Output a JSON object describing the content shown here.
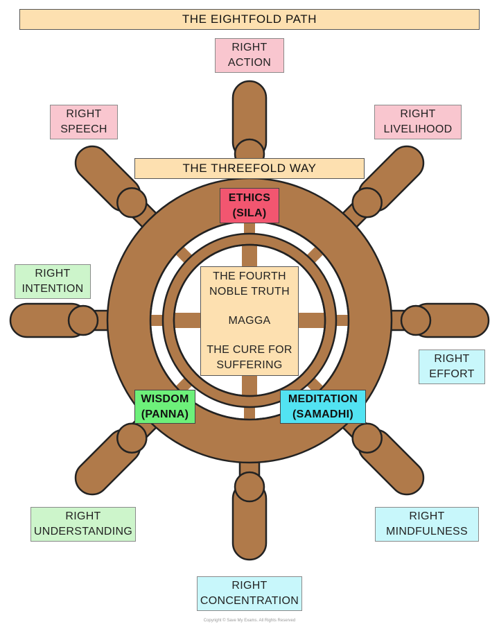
{
  "title": "THE EIGHTFOLD PATH",
  "subtitle": "THE THREEFOLD WAY",
  "center": {
    "line1": "THE FOURTH",
    "line2": "NOBLE TRUTH",
    "line3": "MAGGA",
    "line4": "THE CURE FOR",
    "line5": "SUFFERING"
  },
  "groups": {
    "ethics": {
      "name": "ETHICS",
      "pali": "(SILA)"
    },
    "wisdom": {
      "name": "WISDOM",
      "pali": "(PANNA)"
    },
    "meditation": {
      "name": "MEDITATION",
      "pali": "(SAMADHI)"
    }
  },
  "path": {
    "action": {
      "l1": "RIGHT",
      "l2": "ACTION"
    },
    "speech": {
      "l1": "RIGHT",
      "l2": "SPEECH"
    },
    "livelihood": {
      "l1": "RIGHT",
      "l2": "LIVELIHOOD"
    },
    "intention": {
      "l1": "RIGHT",
      "l2": "INTENTION"
    },
    "effort": {
      "l1": "RIGHT",
      "l2": "EFFORT"
    },
    "understanding": {
      "l1": "RIGHT",
      "l2": "UNDERSTANDING"
    },
    "mindfulness": {
      "l1": "RIGHT",
      "l2": "MINDFULNESS"
    },
    "concentration": {
      "l1": "RIGHT",
      "l2": "CONCENTRATION"
    }
  },
  "colors": {
    "wheel": "#b07a4a",
    "ethics_group": "#f9c6cf",
    "wisdom_group": "#cdf5cb",
    "meditation_group": "#c8f7fb",
    "banner": "#fde0b0"
  },
  "watermark": "Save My Exams",
  "footer": "Copyright © Save My Exams. All Rights Reserved"
}
